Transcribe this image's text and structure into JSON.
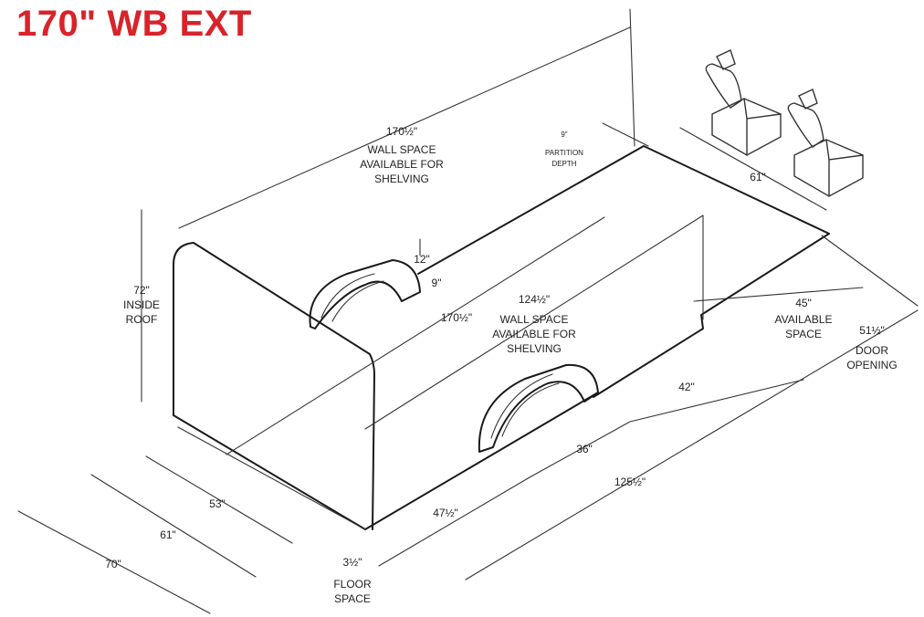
{
  "title": "170\" WB EXT",
  "colors": {
    "title": "#d8232a",
    "lines": "#1a1a1a"
  },
  "icons": [
    "driver-seat-icon",
    "passenger-seat-icon"
  ],
  "labels": {
    "upper_wall": {
      "dim": "170½\"",
      "lines": [
        "WALL SPACE",
        "AVAILABLE FOR",
        "SHELVING"
      ]
    },
    "lower_wall": {
      "dim": "124½\"",
      "lines": [
        "WALL SPACE",
        "AVAILABLE FOR",
        "SHELVING"
      ]
    },
    "floor_length": "170½\"",
    "partition": [
      "9\"",
      "PARTITION",
      "DEPTH"
    ],
    "cab_width": "61\"",
    "inside_roof": [
      "72\"",
      "INSIDE",
      "ROOF"
    ],
    "wheel_well_height": "12\"",
    "wheel_well_depth": "9\"",
    "available_space": [
      "45\"",
      "AVAILABLE",
      "SPACE"
    ],
    "door_opening": [
      "51½\"",
      "DOOR",
      "OPENING"
    ],
    "dim_42": "42\"",
    "dim_36": "36\"",
    "dim_125": "125½\"",
    "dim_47": "47½\"",
    "dim_53": "53\"",
    "dim_61": "61\"",
    "dim_70": "70\"",
    "floor_space": [
      "3½\"",
      "FLOOR",
      "SPACE"
    ]
  }
}
